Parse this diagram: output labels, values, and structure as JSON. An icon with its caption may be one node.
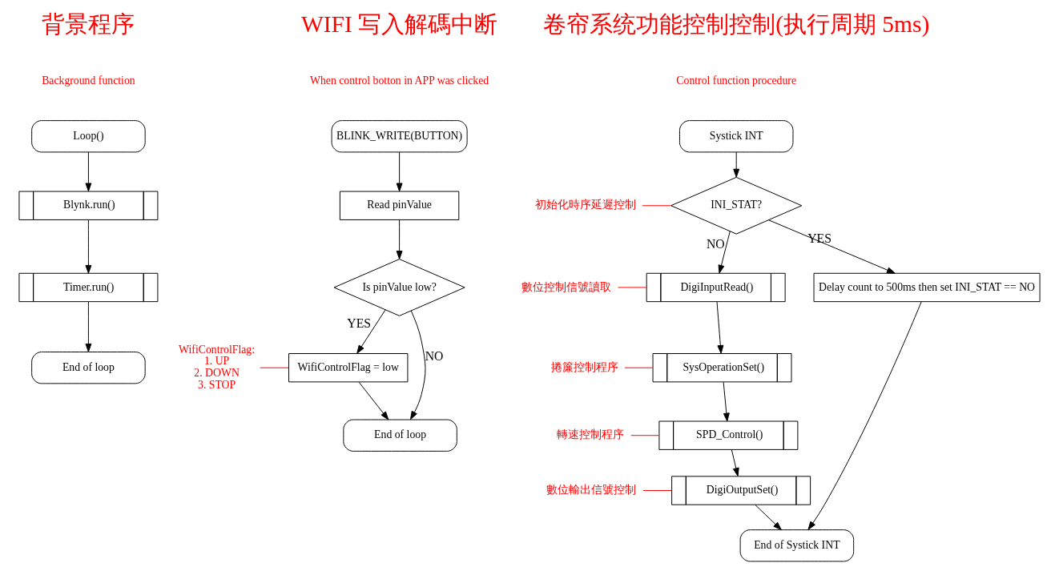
{
  "diagram": {
    "nodes": [
      {
        "text": [
          "Loop()"
        ]
      },
      {
        "text": [
          "Blynk.run()"
        ]
      },
      {
        "text": [
          "Timer.run()"
        ]
      },
      {
        "text": [
          "End of loop"
        ]
      },
      {
        "text": [
          "BLINK_WRITE(BUTTON)"
        ]
      },
      {
        "text": [
          "Read pinValue"
        ]
      },
      {
        "text": [
          "Is pinValue low?"
        ]
      },
      {
        "text": [
          "WifiControlFlag = low"
        ]
      },
      {
        "text": [
          "End of loop"
        ]
      },
      {
        "text": [
          "WifiControlFlag: 1. UP 2. DOWN 3. STOP"
        ]
      },
      {
        "text": [
          "Systick INT"
        ]
      },
      {
        "text": [
          "INI_STAT?"
        ]
      },
      {
        "text": [
          "Delay count to 500ms then set INI_STAT == NO"
        ]
      },
      {
        "text": [
          "DigiInputRead()"
        ]
      },
      {
        "text": [
          "SysOperationSet()"
        ]
      },
      {
        "text": [
          "SPD_Control()"
        ]
      },
      {
        "text": [
          "DigiOutputSet()"
        ]
      },
      {
        "text": [
          "End of Systick INT"
        ]
      },
      {
        "text": [
          "初始化時序延遲控制"
        ]
      },
      {
        "text": [
          "數位控制信號讀取"
        ]
      },
      {
        "text": [
          "捲簾控制程序"
        ]
      },
      {
        "text": [
          "轉速控制程序"
        ]
      },
      {
        "text": [
          "數位輸出信號控制"
        ]
      }
    ],
    "edges": [
      {
        "from": 0,
        "to": 1,
        "arrow": "to"
      },
      {
        "from": 1,
        "to": 2,
        "arrow": "to"
      },
      {
        "from": 2,
        "to": 3,
        "arrow": "to"
      },
      {
        "from": 4,
        "to": 5,
        "arrow": "to"
      },
      {
        "from": 5,
        "to": 6,
        "arrow": "to"
      },
      {
        "from": 6,
        "to": 7,
        "arrow": "to",
        "label": "YES"
      },
      {
        "from": 6,
        "to": 8,
        "arrow": "to",
        "label": "NO"
      },
      {
        "from": 7,
        "to": 8,
        "arrow": "to"
      },
      {
        "from": 9,
        "to": 7,
        "arrow": "none",
        "color": "#ff0000"
      },
      {
        "from": 10,
        "to": 11,
        "arrow": "to"
      },
      {
        "from": 11,
        "to": 12,
        "arrow": "to",
        "label": "YES"
      },
      {
        "from": 11,
        "to": 13,
        "arrow": "to",
        "label": "NO"
      },
      {
        "from": 12,
        "to": 17,
        "arrow": "to"
      },
      {
        "from": 13,
        "to": 14,
        "arrow": "to"
      },
      {
        "from": 14,
        "to": 15,
        "arrow": "to"
      },
      {
        "from": 15,
        "to": 16,
        "arrow": "to"
      },
      {
        "from": 16,
        "to": 17,
        "arrow": "to"
      },
      {
        "from": 18,
        "to": 11,
        "arrow": "none",
        "color": "#ff0000"
      },
      {
        "from": 19,
        "to": 13,
        "arrow": "none",
        "color": "#ff0000"
      },
      {
        "from": 20,
        "to": 14,
        "arrow": "none",
        "color": "#ff0000"
      },
      {
        "from": 21,
        "to": 15,
        "arrow": "none",
        "color": "#ff0000"
      },
      {
        "from": 22,
        "to": 16,
        "arrow": "none",
        "color": "#ff0000"
      }
    ],
    "labels": [
      "背景程序",
      "WIFI 写入解碼中断",
      "卷帘系统功能控制控制(执行周期 5ms)",
      "Background function",
      "When control botton in APP was clicked",
      "Control function procedure"
    ]
  }
}
